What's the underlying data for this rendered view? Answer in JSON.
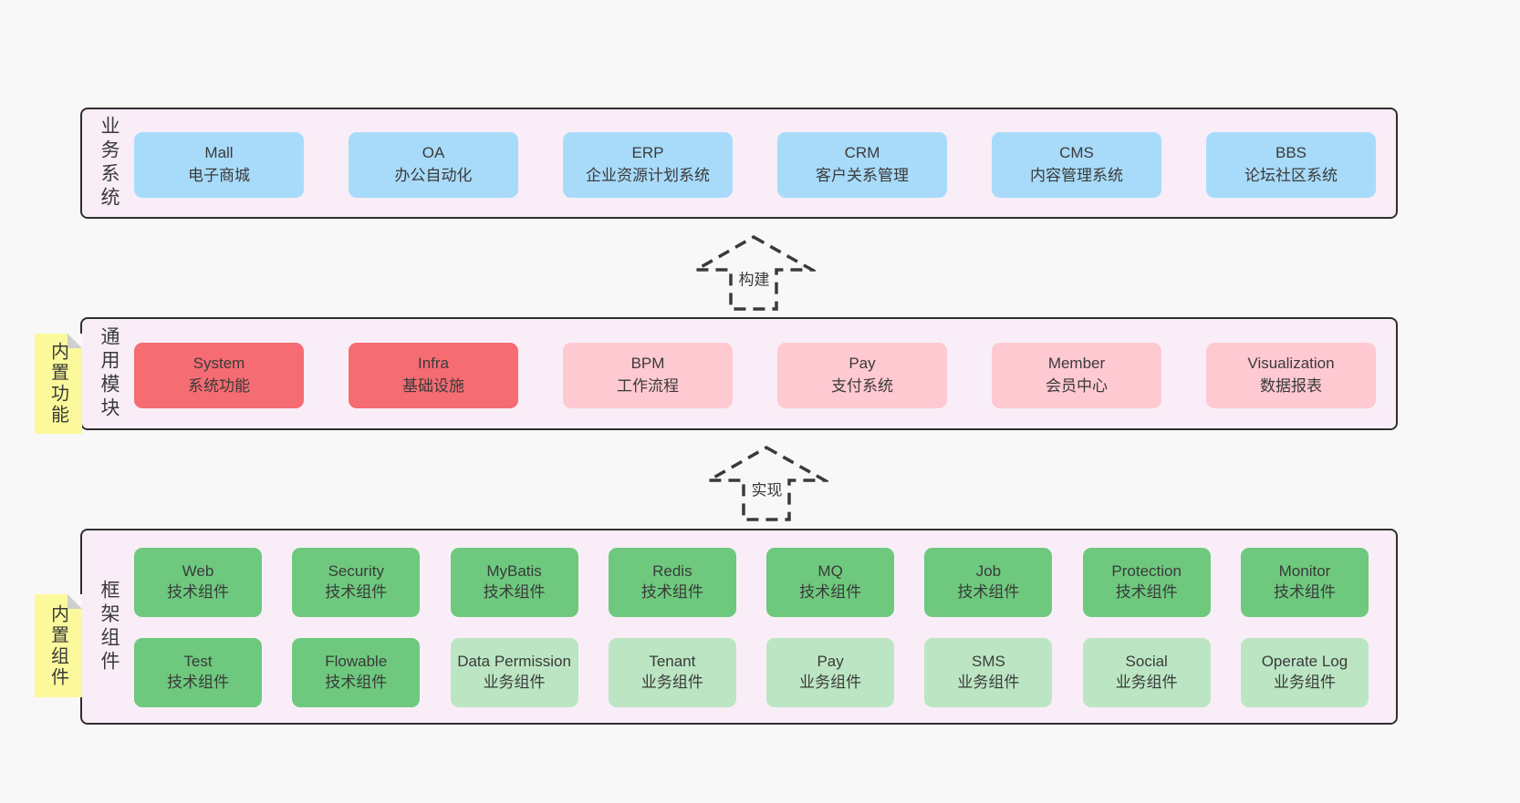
{
  "colors": {
    "background": "#f8f8f8",
    "band_background": "#f9eef7",
    "band_border": "#2f2f2f",
    "business_box_blue": "#a8dbf9",
    "core_box_red": "#f56c72",
    "module_box_pink": "#ffc9d2",
    "tech_box_green": "#6ec97e",
    "biz_box_green_light": "#bce6c3",
    "sticky_yellow": "#fbf99b",
    "text": "#3a3a3a"
  },
  "arrows": [
    {
      "label": "构建"
    },
    {
      "label": "实现"
    }
  ],
  "bands": [
    {
      "label": "业务系统",
      "boxes": [
        {
          "title": "Mall",
          "subtitle": "电子商城"
        },
        {
          "title": "OA",
          "subtitle": "办公自动化"
        },
        {
          "title": "ERP",
          "subtitle": "企业资源计划系统"
        },
        {
          "title": "CRM",
          "subtitle": "客户关系管理"
        },
        {
          "title": "CMS",
          "subtitle": "内容管理系统"
        },
        {
          "title": "BBS",
          "subtitle": "论坛社区系统"
        }
      ]
    },
    {
      "label": "通用模块",
      "sticky": "内置功能",
      "boxes": [
        {
          "title": "System",
          "subtitle": "系统功能"
        },
        {
          "title": "Infra",
          "subtitle": "基础设施"
        },
        {
          "title": "BPM",
          "subtitle": "工作流程"
        },
        {
          "title": "Pay",
          "subtitle": "支付系统"
        },
        {
          "title": "Member",
          "subtitle": "会员中心"
        },
        {
          "title": "Visualization",
          "subtitle": "数据报表"
        }
      ]
    },
    {
      "label": "框架组件",
      "sticky": "内置组件",
      "row1": [
        {
          "title": "Web",
          "subtitle": "技术组件"
        },
        {
          "title": "Security",
          "subtitle": "技术组件"
        },
        {
          "title": "MyBatis",
          "subtitle": "技术组件"
        },
        {
          "title": "Redis",
          "subtitle": "技术组件"
        },
        {
          "title": "MQ",
          "subtitle": "技术组件"
        },
        {
          "title": "Job",
          "subtitle": "技术组件"
        },
        {
          "title": "Protection",
          "subtitle": "技术组件"
        },
        {
          "title": "Monitor",
          "subtitle": "技术组件"
        }
      ],
      "row2": [
        {
          "title": "Test",
          "subtitle": "技术组件"
        },
        {
          "title": "Flowable",
          "subtitle": "技术组件"
        },
        {
          "title": "Data Permission",
          "subtitle": "业务组件"
        },
        {
          "title": "Tenant",
          "subtitle": "业务组件"
        },
        {
          "title": "Pay",
          "subtitle": "业务组件"
        },
        {
          "title": "SMS",
          "subtitle": "业务组件"
        },
        {
          "title": "Social",
          "subtitle": "业务组件"
        },
        {
          "title": "Operate Log",
          "subtitle": "业务组件"
        }
      ]
    }
  ]
}
